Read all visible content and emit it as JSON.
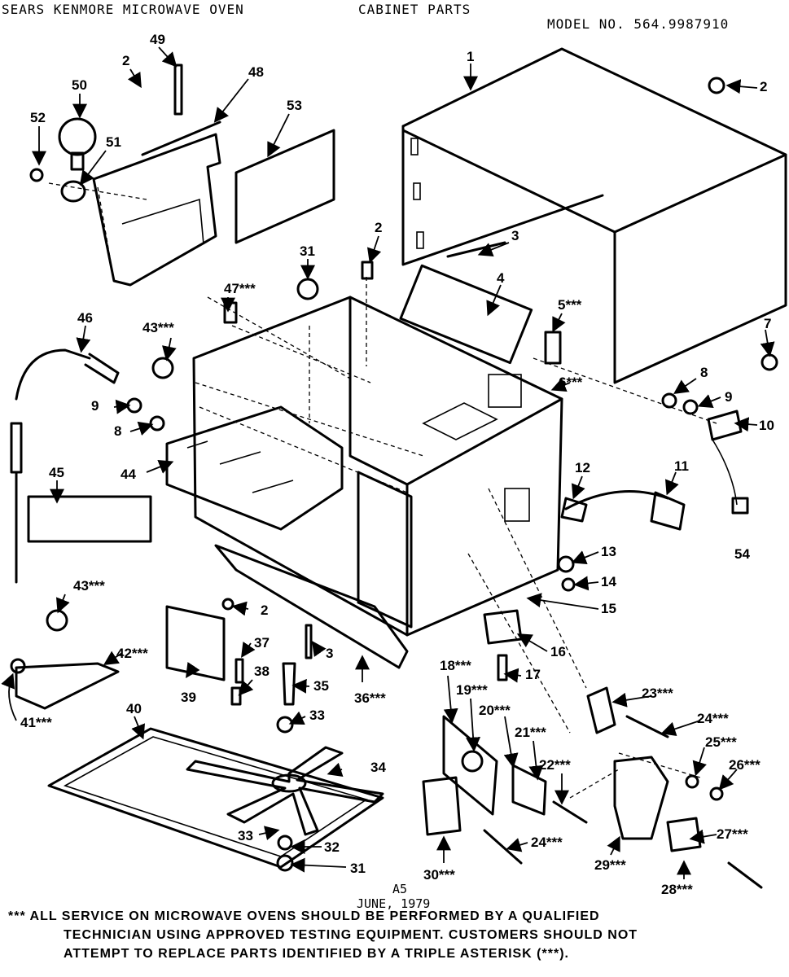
{
  "header": {
    "left": "SEARS KENMORE MICROWAVE OVEN",
    "center": "CABINET PARTS",
    "right": "MODEL NO. 564.9987910"
  },
  "callouts": [
    {
      "id": "c1",
      "text": "1"
    },
    {
      "id": "c2a",
      "text": "2"
    },
    {
      "id": "c2b",
      "text": "2"
    },
    {
      "id": "c2c",
      "text": "2"
    },
    {
      "id": "c2d",
      "text": "2"
    },
    {
      "id": "c3a",
      "text": "3"
    },
    {
      "id": "c3b",
      "text": "3"
    },
    {
      "id": "c4",
      "text": "4"
    },
    {
      "id": "c5",
      "text": "5***"
    },
    {
      "id": "c6",
      "text": "6***"
    },
    {
      "id": "c7",
      "text": "7"
    },
    {
      "id": "c8a",
      "text": "8"
    },
    {
      "id": "c8b",
      "text": "8"
    },
    {
      "id": "c9a",
      "text": "9"
    },
    {
      "id": "c9b",
      "text": "9"
    },
    {
      "id": "c10",
      "text": "10"
    },
    {
      "id": "c11",
      "text": "11"
    },
    {
      "id": "c12",
      "text": "12"
    },
    {
      "id": "c13",
      "text": "13"
    },
    {
      "id": "c14",
      "text": "14"
    },
    {
      "id": "c15",
      "text": "15"
    },
    {
      "id": "c16",
      "text": "16"
    },
    {
      "id": "c17",
      "text": "17"
    },
    {
      "id": "c18",
      "text": "18***"
    },
    {
      "id": "c19",
      "text": "19***"
    },
    {
      "id": "c20",
      "text": "20***"
    },
    {
      "id": "c21",
      "text": "21***"
    },
    {
      "id": "c22",
      "text": "22***"
    },
    {
      "id": "c23",
      "text": "23***"
    },
    {
      "id": "c24a",
      "text": "24***"
    },
    {
      "id": "c24b",
      "text": "24***"
    },
    {
      "id": "c25",
      "text": "25***"
    },
    {
      "id": "c26",
      "text": "26***"
    },
    {
      "id": "c27",
      "text": "27***"
    },
    {
      "id": "c28",
      "text": "28***"
    },
    {
      "id": "c29",
      "text": "29***"
    },
    {
      "id": "c30",
      "text": "30***"
    },
    {
      "id": "c31a",
      "text": "31"
    },
    {
      "id": "c31b",
      "text": "31"
    },
    {
      "id": "c32",
      "text": "32"
    },
    {
      "id": "c33a",
      "text": "33"
    },
    {
      "id": "c33b",
      "text": "33"
    },
    {
      "id": "c34",
      "text": "34"
    },
    {
      "id": "c35",
      "text": "35"
    },
    {
      "id": "c36",
      "text": "36***"
    },
    {
      "id": "c37",
      "text": "37"
    },
    {
      "id": "c38",
      "text": "38"
    },
    {
      "id": "c39",
      "text": "39"
    },
    {
      "id": "c40",
      "text": "40"
    },
    {
      "id": "c41",
      "text": "41***"
    },
    {
      "id": "c42",
      "text": "42***"
    },
    {
      "id": "c43a",
      "text": "43***"
    },
    {
      "id": "c43b",
      "text": "43***"
    },
    {
      "id": "c44",
      "text": "44"
    },
    {
      "id": "c45",
      "text": "45"
    },
    {
      "id": "c46",
      "text": "46"
    },
    {
      "id": "c47",
      "text": "47***"
    },
    {
      "id": "c48",
      "text": "48"
    },
    {
      "id": "c49",
      "text": "49"
    },
    {
      "id": "c50",
      "text": "50"
    },
    {
      "id": "c51",
      "text": "51"
    },
    {
      "id": "c52",
      "text": "52"
    },
    {
      "id": "c53",
      "text": "53"
    },
    {
      "id": "c54",
      "text": "54"
    }
  ],
  "footer": {
    "page": "A5",
    "date": "JUNE, 1979",
    "note_lines": [
      "*** ALL SERVICE ON MICROWAVE OVENS SHOULD BE PERFORMED BY A QUALIFIED",
      "TECHNICIAN USING APPROVED TESTING EQUIPMENT. CUSTOMERS SHOULD NOT",
      "ATTEMPT TO REPLACE PARTS IDENTIFIED BY A TRIPLE ASTERISK (***)."
    ]
  }
}
